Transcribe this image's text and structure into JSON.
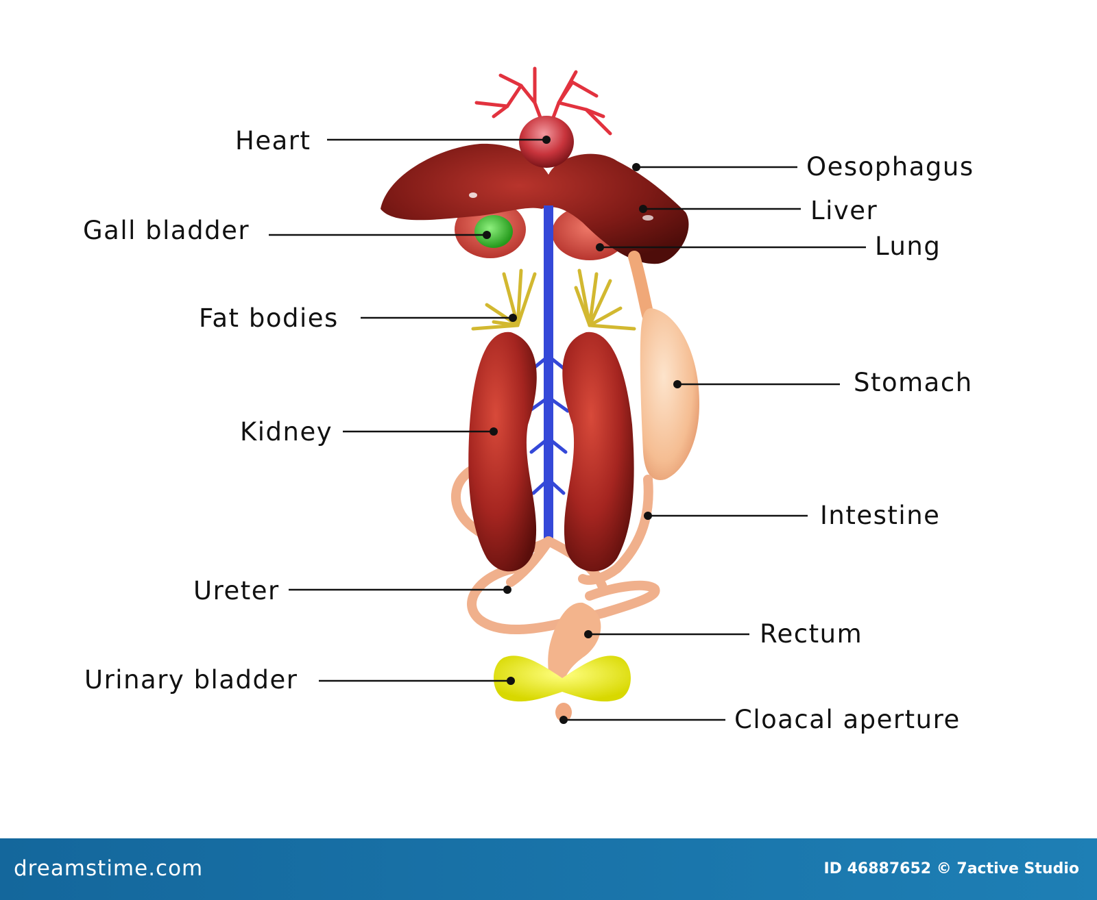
{
  "colors": {
    "footer_background": "#1a6fa3",
    "footer_text": "#ffffff",
    "label_text": "#111111",
    "organ_dark_red": "#8c1e1a",
    "vein_blue": "#3448d8",
    "gall_bladder_green": "#3cb82e",
    "fat_body_yellow": "#d8c23a",
    "bladder_yellow": "#f0f000",
    "intestine_peach": "#f2b08a"
  },
  "labels": {
    "heart": "Heart",
    "gall_bladder": "Gall bladder",
    "fat_bodies": "Fat bodies",
    "kidney": "Kidney",
    "ureter": "Ureter",
    "urinary_bladder": "Urinary bladder",
    "oesophagus": "Oesophagus",
    "liver": "Liver",
    "lung": "Lung",
    "stomach": "Stomach",
    "intestine": "Intestine",
    "rectum": "Rectum",
    "cloacal_aperture": "Cloacal aperture"
  },
  "footer": {
    "brand": "dreamstime.com",
    "credit": "ID 46887652 © 7active Studio"
  }
}
